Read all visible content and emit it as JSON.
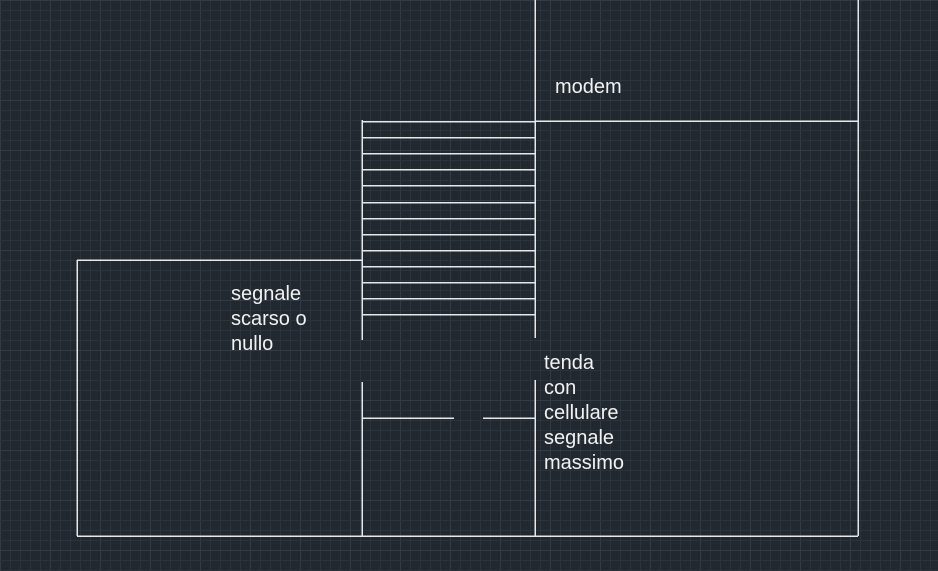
{
  "labels": {
    "modem": "modem",
    "weak_signal": [
      "segnale",
      "scarso o",
      "nullo"
    ],
    "strong_signal": [
      "tenda",
      "con",
      "cellulare",
      "segnale",
      "massimo"
    ]
  },
  "colors": {
    "background": "#212830",
    "grid_minor": "#2b333c",
    "grid_major": "#333c46",
    "line": "#e8e8e8",
    "text": "#f2f2f2"
  }
}
